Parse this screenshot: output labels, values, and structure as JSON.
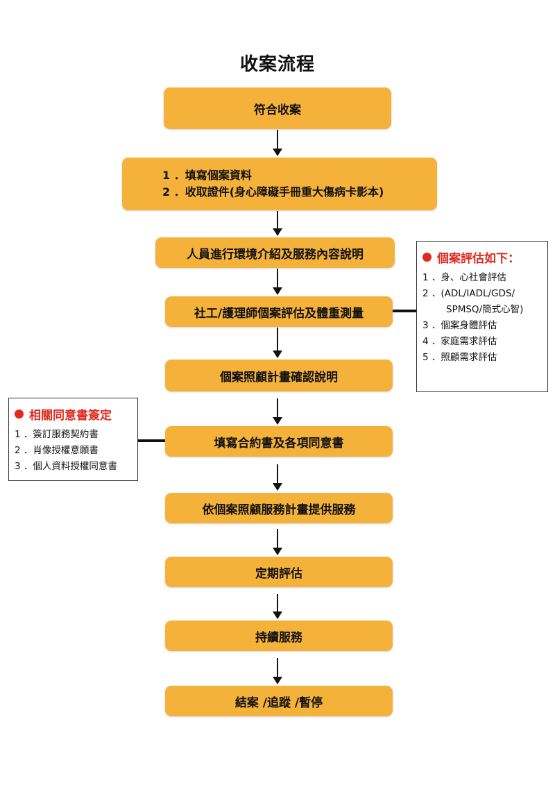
{
  "colors": {
    "step_fill": "#F5B23A",
    "accent_red": "#E02A1E",
    "line": "#111111"
  },
  "title": "收案流程",
  "steps": [
    {
      "label": "符合收案"
    },
    {
      "lines": [
        "1 ．填寫個案資料",
        "2 ．收取證件(身心障礙手冊重大傷病卡影本)"
      ]
    },
    {
      "label": "人員進行環境介紹及服務內容說明"
    },
    {
      "label": "社工/護理師個案評估及體重測量"
    },
    {
      "label": "個案照顧計畫確認說明"
    },
    {
      "label": "填寫合約書及各項同意書"
    },
    {
      "label": "依個案照顧服務計畫提供服務"
    },
    {
      "label": "定期評估"
    },
    {
      "label": "持續服務"
    },
    {
      "label": "結案 /追蹤 /暫停"
    }
  ],
  "assessment_note": {
    "title": "個案評估如下：",
    "items": [
      "1 ．身、心社會評估",
      "2 ．(ADL/IADL/GDS/",
      "SPMSQ/簡式心智)",
      "3 ．個案身體評估",
      "4 ．家庭需求評估",
      "5 ．照顧需求評估"
    ]
  },
  "consent_note": {
    "title": "相關同意書簽定",
    "items": [
      "1 ．簽訂服務契約書",
      "2 ．肖像授權意願書",
      "3 ．個人資料授權同意書"
    ]
  }
}
